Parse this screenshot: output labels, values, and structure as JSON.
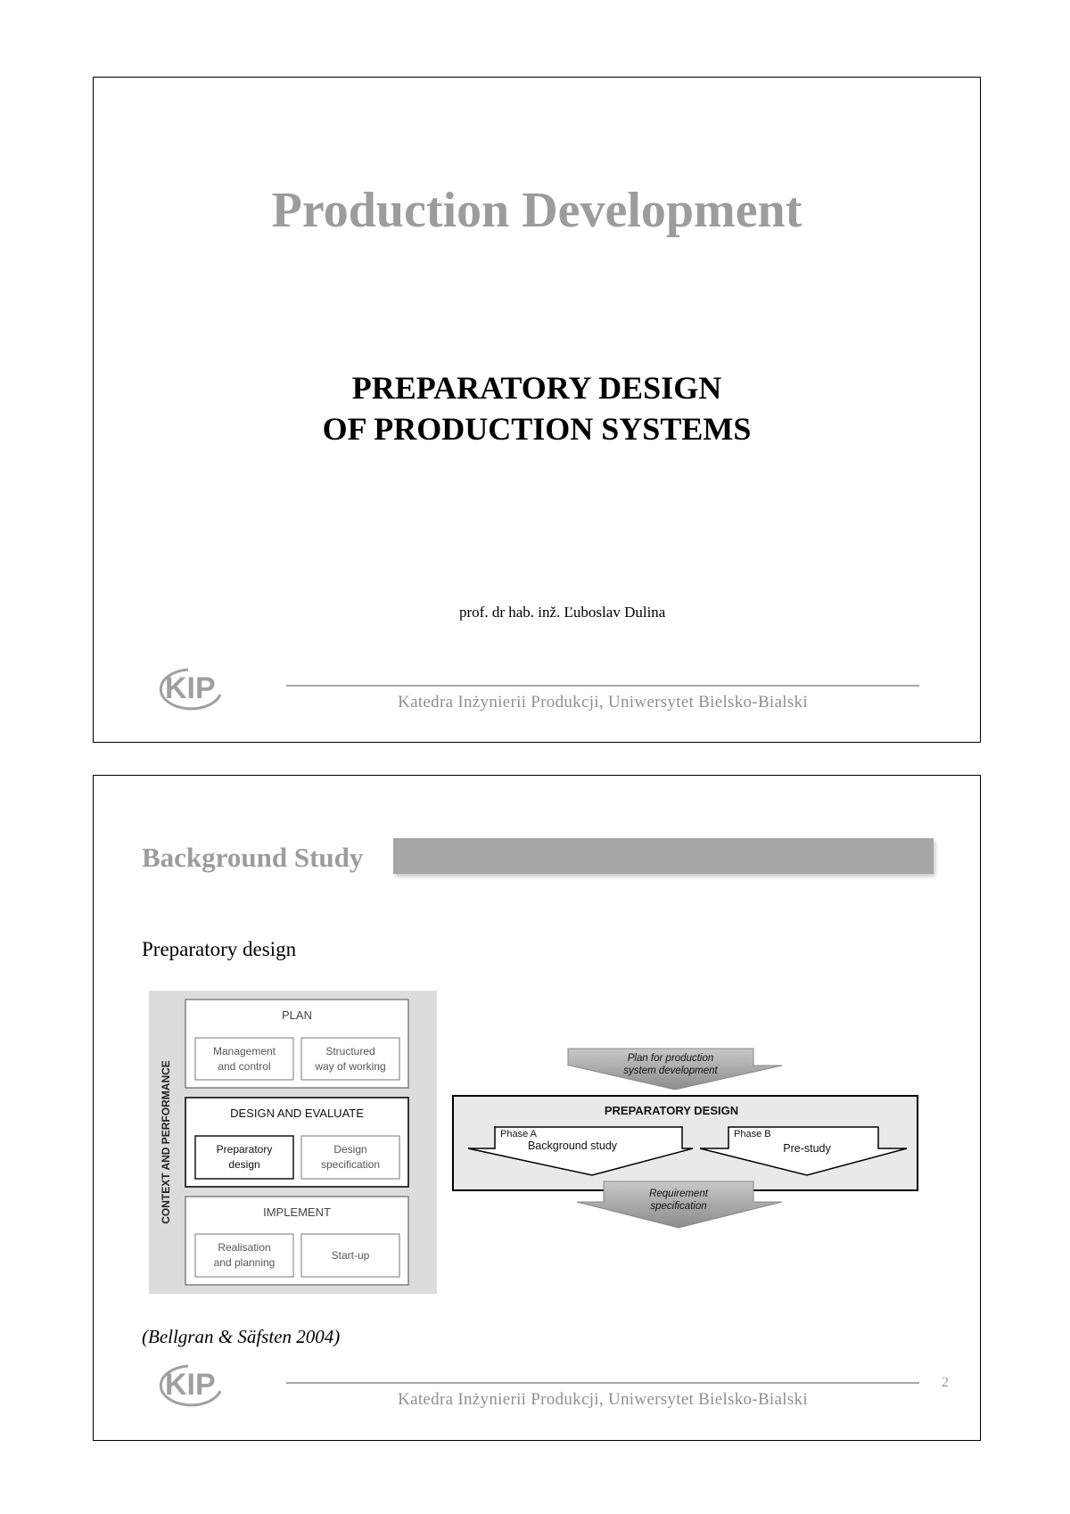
{
  "slide1": {
    "title": "Production Development",
    "subtitle_line1": "PREPARATORY DESIGN",
    "subtitle_line2": "OF PRODUCTION SYSTEMS",
    "author": "prof. dr hab. inž. Ľuboslav Dulina",
    "logo_text": "KIP",
    "footer": "Katedra Inżynierii Produkcji, Uniwersytet Bielsko-Bialski"
  },
  "slide2": {
    "section_title": "Background Study",
    "intro": "Preparatory design",
    "framework": {
      "side_label": "CONTEXT AND PERFORMANCE",
      "plan": {
        "title": "PLAN",
        "box1_line1": "Management",
        "box1_line2": "and control",
        "box2_line1": "Structured",
        "box2_line2": "way of working"
      },
      "design": {
        "title": "DESIGN AND EVALUATE",
        "box1_line1": "Preparatory",
        "box1_line2": "design",
        "box2_line1": "Design",
        "box2_line2": "specification"
      },
      "implement": {
        "title": "IMPLEMENT",
        "box1_line1": "Realisation",
        "box1_line2": "and planning",
        "box2": "Start-up"
      }
    },
    "flow": {
      "input_line1": "Plan for production",
      "input_line2": "system development",
      "box_title": "PREPARATORY DESIGN",
      "phase_a_label": "Phase A",
      "phase_a_name": "Background study",
      "phase_b_label": "Phase B",
      "phase_b_name": "Pre-study",
      "output_line1": "Requirement",
      "output_line2": "specification"
    },
    "citation": "(Bellgran & Säfsten 2004)",
    "logo_text": "KIP",
    "footer": "Katedra Inżynierii Produkcji, Uniwersytet Bielsko-Bialski",
    "page_number": "2"
  }
}
